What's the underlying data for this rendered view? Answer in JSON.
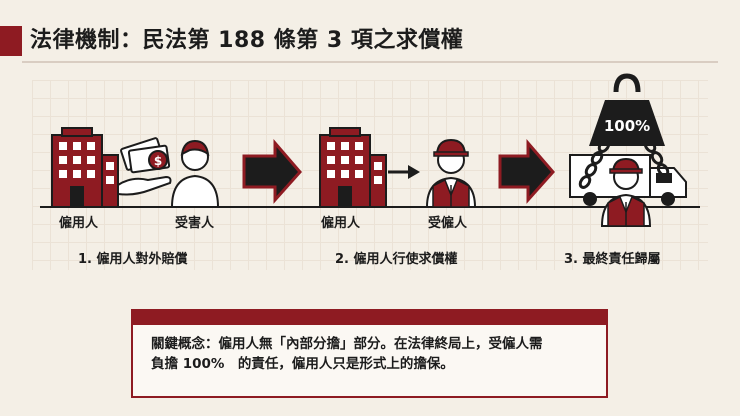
{
  "header": {
    "title": "法律機制：民法第 188 條第 3 項之求償權"
  },
  "diagram": {
    "labels": {
      "employer_1": "僱用人",
      "victim": "受害人",
      "employer_2": "僱用人",
      "employee_2": "受僱人"
    },
    "weight_text": "100%",
    "steps": [
      "1. 僱用人對外賠償",
      "2. 僱用人行使求償權",
      "3. 最終責任歸屬"
    ]
  },
  "concept": {
    "line1": "關鍵概念：僱用人無「內部分擔」部分。在法律終局上，受僱人需",
    "line2": "負擔 100%　的責任，僱用人只是形式上的擔保。"
  },
  "colors": {
    "accent": "#8e1b22",
    "dark": "#1c1c1c",
    "background": "#f4efe6"
  }
}
